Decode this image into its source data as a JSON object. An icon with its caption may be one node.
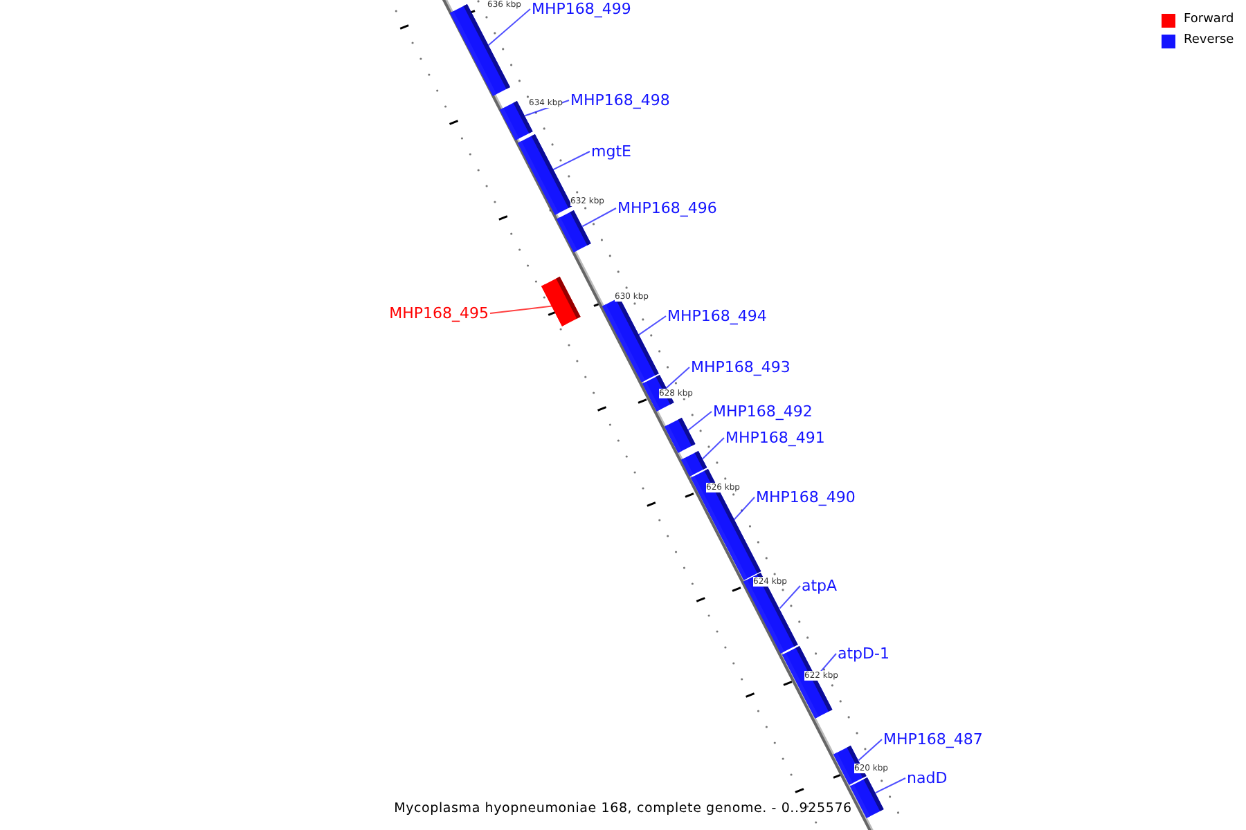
{
  "diagram": {
    "caption": "Mycoplasma hyopneumoniae 168, complete genome. - 0..925576",
    "nodes": [
      {
        "text": [
          "MHP168_499"
        ]
      },
      {
        "text": [],
        "shape": "bar"
      },
      {
        "text": [
          "MHP168_498"
        ]
      },
      {
        "text": [],
        "shape": "bar"
      },
      {
        "text": [
          "mgtE"
        ]
      },
      {
        "text": [],
        "shape": "bar"
      },
      {
        "text": [
          "MHP168_496"
        ]
      },
      {
        "text": [],
        "shape": "bar"
      },
      {
        "text": [
          "MHP168_495"
        ]
      },
      {
        "text": [],
        "shape": "bar"
      },
      {
        "text": [
          "MHP168_494"
        ]
      },
      {
        "text": [],
        "shape": "bar"
      },
      {
        "text": [
          "MHP168_493"
        ]
      },
      {
        "text": [],
        "shape": "bar"
      },
      {
        "text": [
          "MHP168_492"
        ]
      },
      {
        "text": [],
        "shape": "bar"
      },
      {
        "text": [
          "MHP168_491"
        ]
      },
      {
        "text": [],
        "shape": "bar"
      },
      {
        "text": [
          "MHP168_490"
        ]
      },
      {
        "text": [],
        "shape": "bar"
      },
      {
        "text": [
          "atpA"
        ]
      },
      {
        "text": [],
        "shape": "bar"
      },
      {
        "text": [
          "atpD-1"
        ]
      },
      {
        "text": [],
        "shape": "bar"
      },
      {
        "text": [
          "MHP168_487"
        ]
      },
      {
        "text": [],
        "shape": "bar"
      },
      {
        "text": [
          "nadD"
        ]
      },
      {
        "text": [],
        "shape": "bar"
      }
    ],
    "edges": [
      {
        "from": 0,
        "to": 1,
        "arrow": "none"
      },
      {
        "from": 2,
        "to": 3,
        "arrow": "none"
      },
      {
        "from": 4,
        "to": 5,
        "arrow": "none"
      },
      {
        "from": 6,
        "to": 7,
        "arrow": "none"
      },
      {
        "from": 8,
        "to": 9,
        "arrow": "none",
        "color": "#ff0000"
      },
      {
        "from": 10,
        "to": 11,
        "arrow": "none"
      },
      {
        "from": 12,
        "to": 13,
        "arrow": "none"
      },
      {
        "from": 14,
        "to": 15,
        "arrow": "none"
      },
      {
        "from": 16,
        "to": 17,
        "arrow": "none"
      },
      {
        "from": 18,
        "to": 19,
        "arrow": "none"
      },
      {
        "from": 20,
        "to": 21,
        "arrow": "none"
      },
      {
        "from": 22,
        "to": 23,
        "arrow": "none"
      },
      {
        "from": 24,
        "to": 25,
        "arrow": "none"
      },
      {
        "from": 26,
        "to": 27,
        "arrow": "none"
      }
    ],
    "labels": [
      "636 kbp",
      "634 kbp",
      "632 kbp",
      "630 kbp",
      "628 kbp",
      "626 kbp",
      "624 kbp",
      "622 kbp",
      "620 kbp"
    ],
    "legend": [
      {
        "text": "Forward",
        "color": "#ff0000"
      },
      {
        "text": "Reverse",
        "color": "#1414ff"
      }
    ]
  }
}
